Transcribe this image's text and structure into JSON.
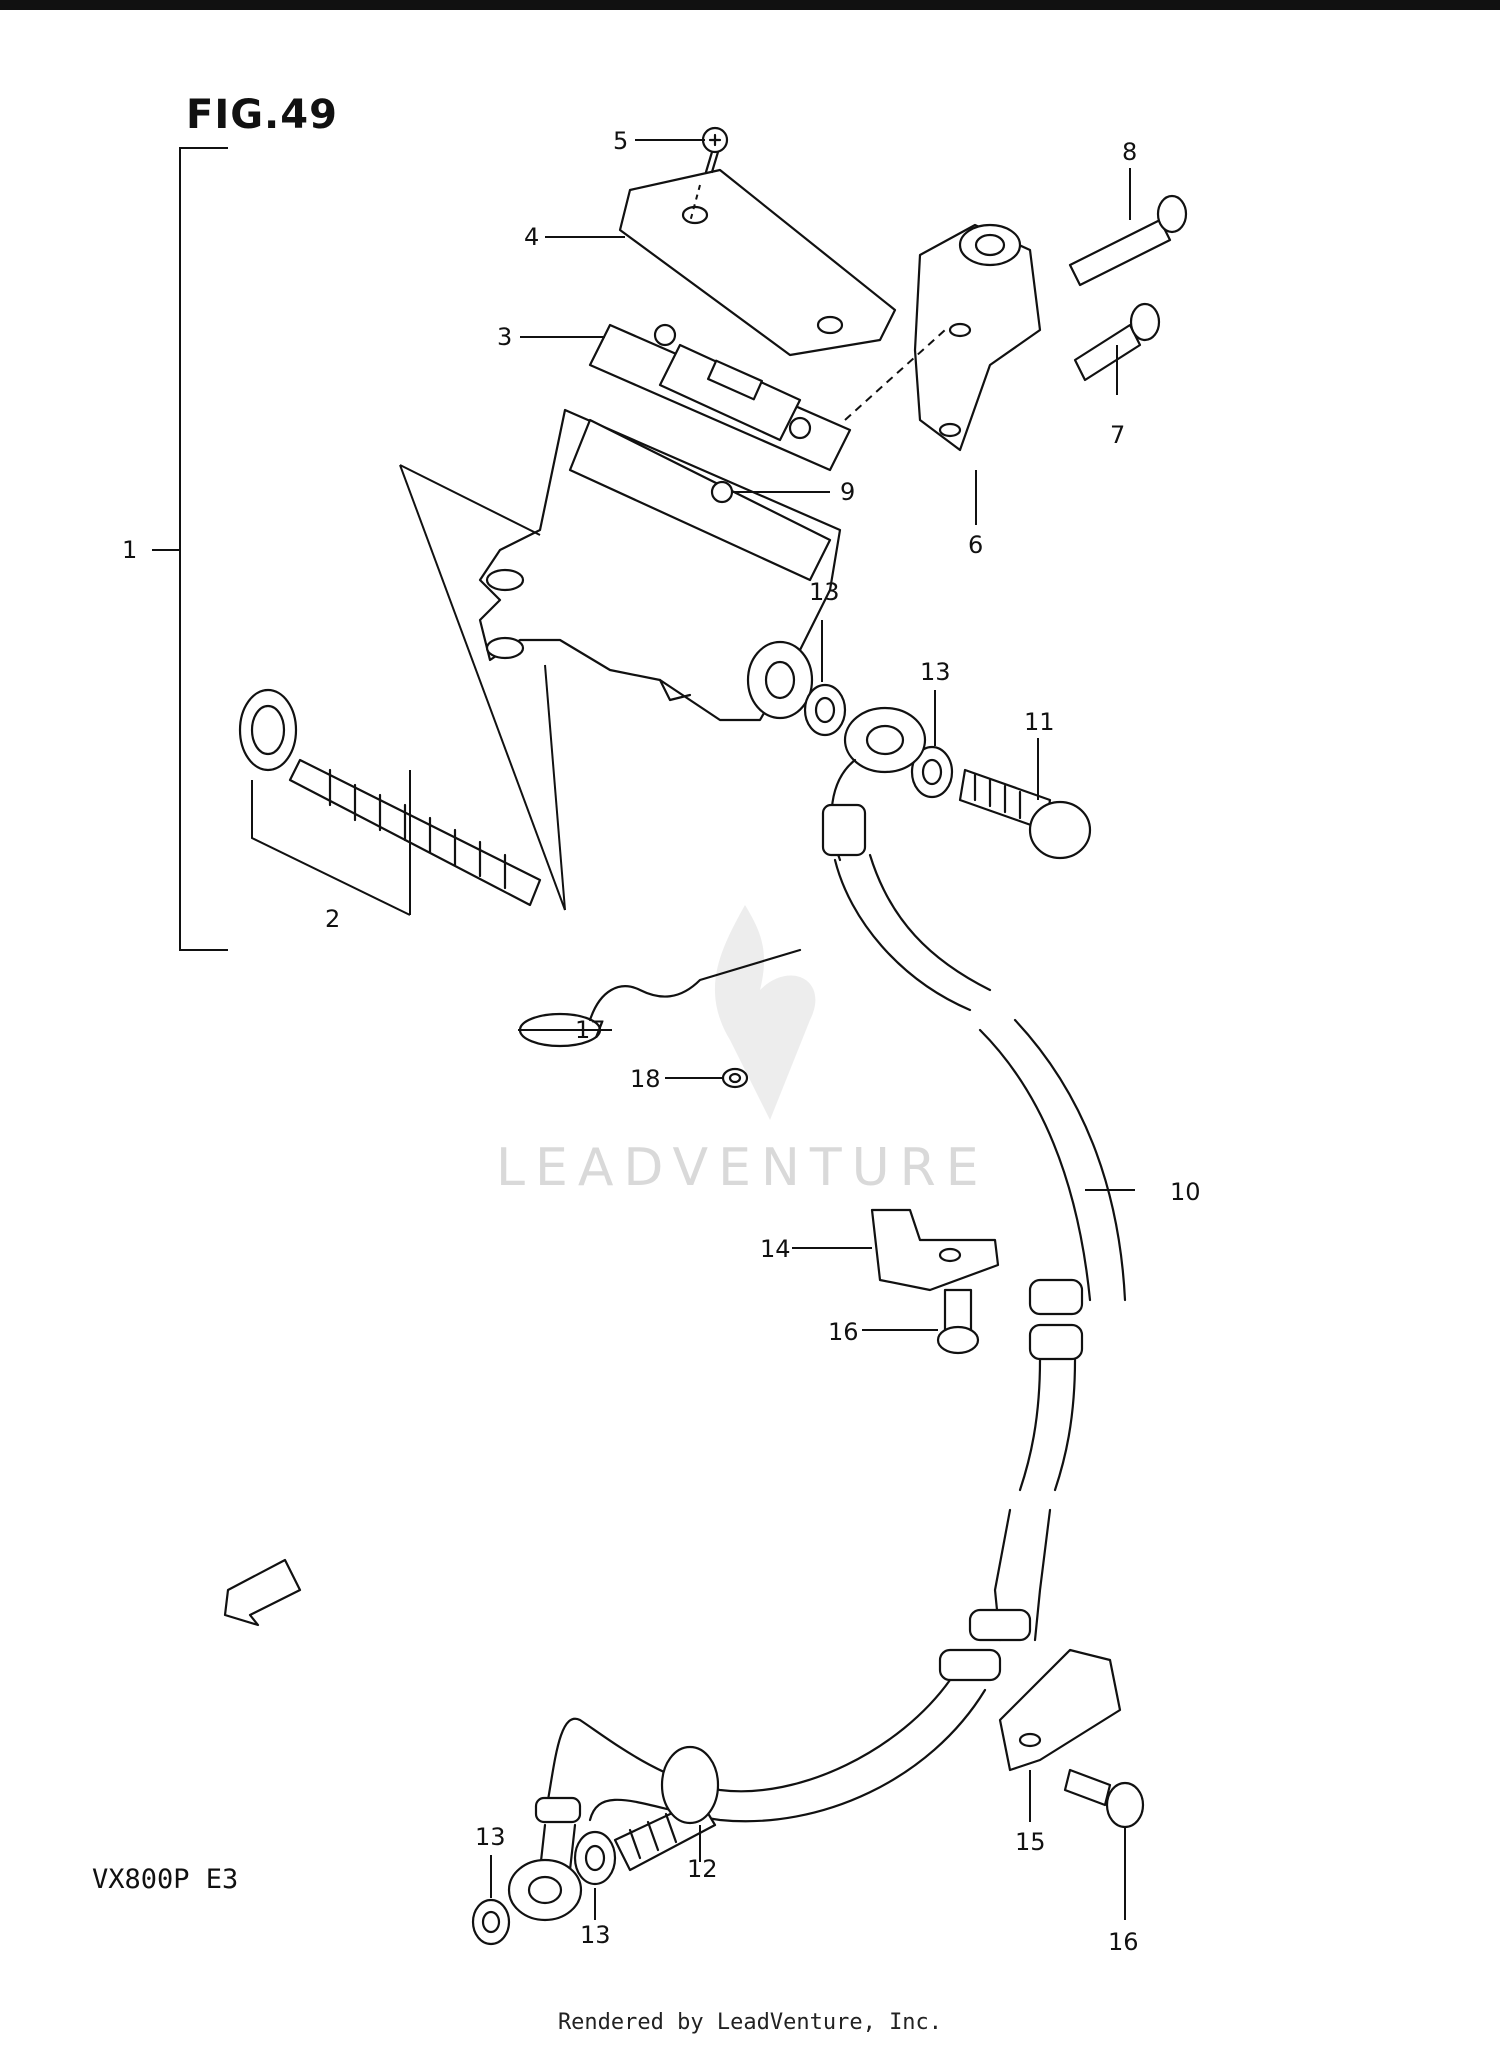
{
  "figure": {
    "title": "FIG.49"
  },
  "model_code": "VX800P  E3",
  "footer": "Rendered by LeadVenture, Inc.",
  "watermark": "LEADVENTURE",
  "fwd_label": "FWD",
  "callouts": {
    "c1": "1",
    "c2": "2",
    "c3": "3",
    "c4": "4",
    "c5": "5",
    "c6": "6",
    "c7": "7",
    "c8": "8",
    "c9": "9",
    "c10": "10",
    "c11": "11",
    "c12": "12",
    "c13a": "13",
    "c13b": "13",
    "c13c": "13",
    "c13d": "13",
    "c14": "14",
    "c15": "15",
    "c16a": "16",
    "c16b": "16",
    "c17": "17",
    "c18": "18"
  }
}
